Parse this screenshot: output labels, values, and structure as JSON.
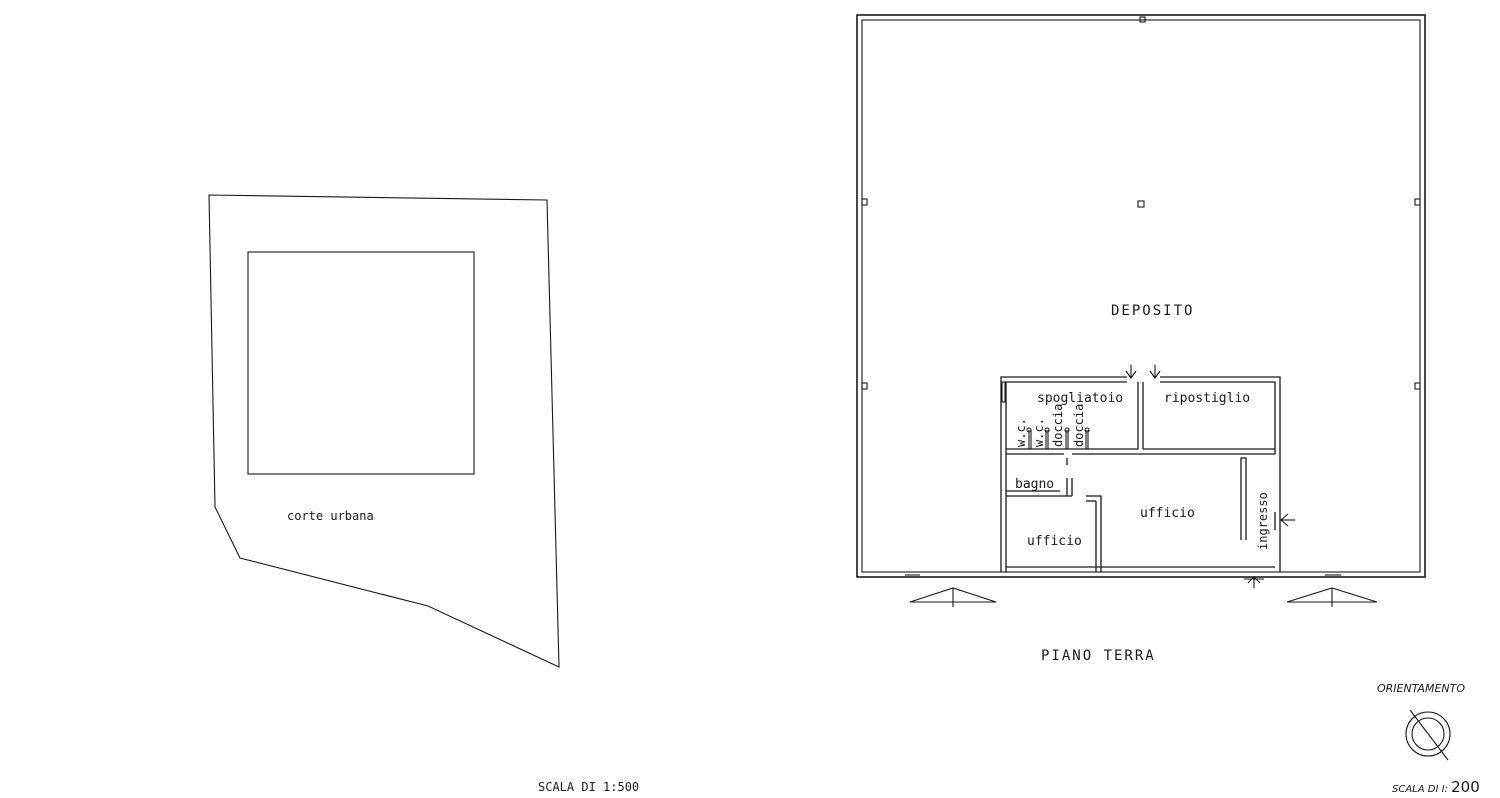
{
  "site_plan": {
    "label": "corte   urbana",
    "scale": "SCALA DI   1:500"
  },
  "floor_plan": {
    "rooms": {
      "deposito": "DEPOSITO",
      "spogliatoio": "spogliatoio",
      "ripostiglio": "ripostiglio",
      "wc1": "w.c.",
      "wc2": "w.c.",
      "doccia1": "doccia",
      "doccia2": "doccia",
      "bagno": "bagno",
      "ufficio_small": "ufficio",
      "ufficio_large": "ufficio",
      "ingresso": "ingresso"
    },
    "title": "PIANO     TERRA",
    "orientation_label": "ORIENTAMENTO",
    "scale_prefix": "SCALA DI I:",
    "scale_value": "200"
  }
}
